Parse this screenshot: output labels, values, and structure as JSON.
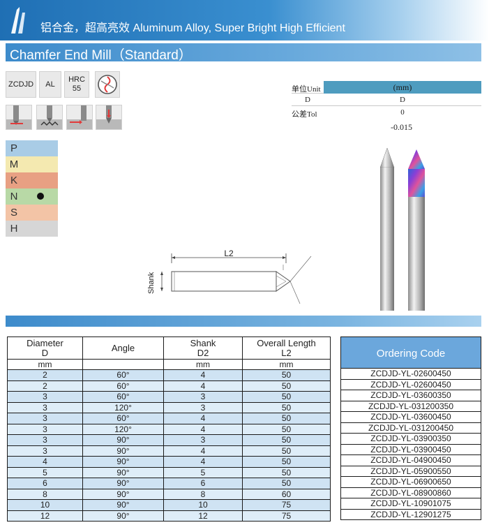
{
  "banner": {
    "text": "铝合金，超高亮效 Aluminum Alloy, Super Bright High Efficient"
  },
  "title": "Chamfer End Mill（Standard）",
  "specs": {
    "coating": "ZCDJD",
    "material": "AL",
    "hrc_label": "HRC",
    "hrc_value": "55"
  },
  "materials": [
    {
      "letter": "P",
      "color": "#a9cce6",
      "mark": false
    },
    {
      "letter": "M",
      "color": "#f4e9b0",
      "mark": false
    },
    {
      "letter": "K",
      "color": "#e8a083",
      "mark": false
    },
    {
      "letter": "N",
      "color": "#b8d9a6",
      "mark": true
    },
    {
      "letter": "S",
      "color": "#f3c4a6",
      "mark": false
    },
    {
      "letter": "H",
      "color": "#d6d6d6",
      "mark": false
    }
  ],
  "unit_table": {
    "unit_label": "单位Unit",
    "unit_value": "(mm)",
    "d_label": "D",
    "d_value": "D",
    "tol_label": "公差Tol",
    "tol_upper": "0",
    "tol_lower": "-0.015"
  },
  "drawing": {
    "l2_label": "L2",
    "shank_label": "Shank"
  },
  "table": {
    "headers": [
      "Diameter\nD",
      "Angle",
      "Shank\nD2",
      "Overall Length\nL2"
    ],
    "units": [
      "mm",
      "",
      "mm",
      "mm"
    ],
    "rows": [
      [
        "2",
        "60°",
        "4",
        "50"
      ],
      [
        "2",
        "60°",
        "4",
        "50"
      ],
      [
        "3",
        "60°",
        "3",
        "50"
      ],
      [
        "3",
        "120°",
        "3",
        "50"
      ],
      [
        "3",
        "60°",
        "4",
        "50"
      ],
      [
        "3",
        "120°",
        "4",
        "50"
      ],
      [
        "3",
        "90°",
        "3",
        "50"
      ],
      [
        "3",
        "90°",
        "4",
        "50"
      ],
      [
        "4",
        "90°",
        "4",
        "50"
      ],
      [
        "5",
        "90°",
        "5",
        "50"
      ],
      [
        "6",
        "90°",
        "6",
        "50"
      ],
      [
        "8",
        "90°",
        "8",
        "60"
      ],
      [
        "10",
        "90°",
        "10",
        "75"
      ],
      [
        "12",
        "90°",
        "12",
        "75"
      ]
    ]
  },
  "ordering": {
    "header": "Ordering Code",
    "codes": [
      "ZCDJD-YL-02600450",
      "ZCDJD-YL-02600450",
      "ZCDJD-YL-03600350",
      "ZCDJD-YL-031200350",
      "ZCDJD-YL-03600450",
      "ZCDJD-YL-031200450",
      "ZCDJD-YL-03900350",
      "ZCDJD-YL-03900450",
      "ZCDJD-YL-04900450",
      "ZCDJD-YL-05900550",
      "ZCDJD-YL-06900650",
      "ZCDJD-YL-08900860",
      "ZCDJD-YL-10901075",
      "ZCDJD-YL-12901275"
    ]
  }
}
